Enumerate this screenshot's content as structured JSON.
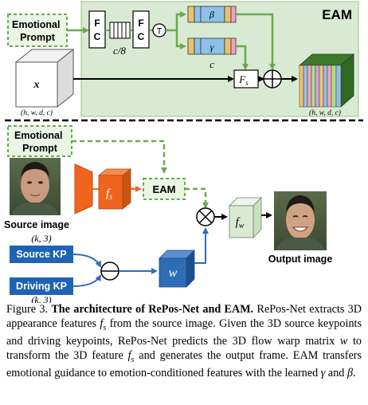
{
  "eam": {
    "title": "EAM",
    "emotional_prompt": "Emotional Prompt",
    "fc": "F C",
    "c_over_8": "c/8",
    "transpose": "T",
    "beta": "β",
    "gamma": "γ",
    "c": "c",
    "fs": "F",
    "fs_sub": "s",
    "x": "x",
    "in_dims": "(h, w, d, c)",
    "out_dims": "(h, w, d, c)"
  },
  "pipeline": {
    "emotional_prompt": "Emotional Prompt",
    "fs": "f",
    "fs_sub": "s",
    "eam": "EAM",
    "source_image": "Source image",
    "fw": "f",
    "fw_sub": "w",
    "output_image": "Output image",
    "source_kp": "Source KP",
    "driving_kp": "Driving KP",
    "k3_top": "(k, 3)",
    "k3_bottom": "(k, 3)",
    "w": "w"
  },
  "caption": {
    "label": "Figure 3.",
    "title": "The architecture of RePos-Net and EAM.",
    "body": "RePos-Net extracts 3D appearance features f_s from the source image. Given the 3D source keypoints and driving keypoints, RePos-Net predicts the 3D flow warp matrix w to transform the 3D feature f_s and generates the output frame. EAM transfers emotional guidance to emotion-conditioned features with the learned γ and β."
  },
  "colors": {
    "eam_bg": "#d9ead3",
    "green": "#6aa84f",
    "prompt_bg": "#ebf5e4",
    "orange": "#f0641e",
    "blue": "#2e6db5",
    "kp_blue": "#1f64b4"
  }
}
